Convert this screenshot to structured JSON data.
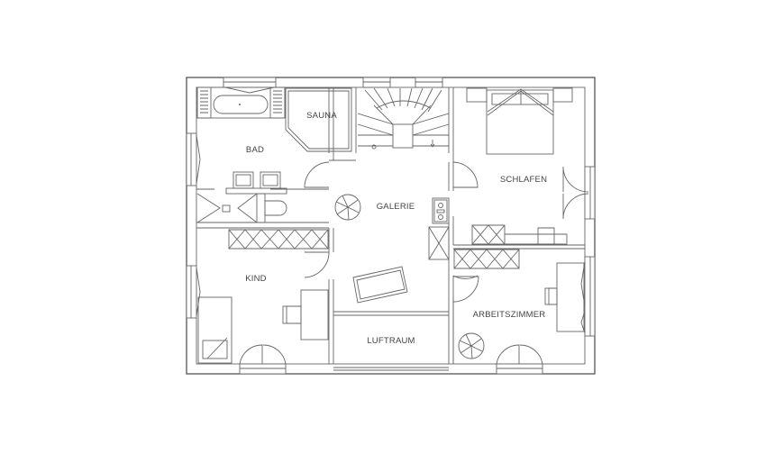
{
  "floorplan": {
    "rooms": {
      "bad": "BAD",
      "sauna": "SAUNA",
      "galerie": "GALERIE",
      "schlafen": "SCHLAFEN",
      "kind": "KIND",
      "arbeitszimmer": "ARBEITSZIMMER",
      "luftraum": "LUFTRAUM"
    }
  }
}
